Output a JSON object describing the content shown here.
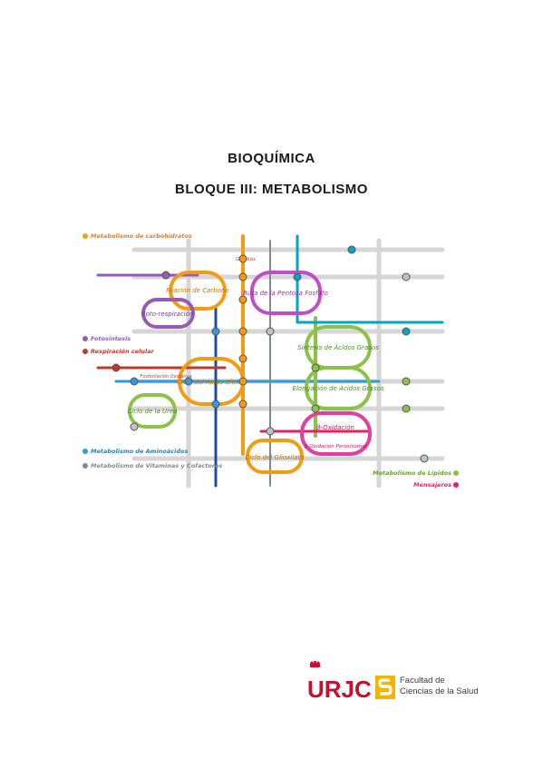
{
  "document": {
    "title": "BIOQUÍMICA",
    "subtitle": "BLOQUE III: METABOLISMO"
  },
  "metabolic_map": {
    "legend": {
      "carbohydrates": "Metabolismo de carbohidratos",
      "photosynthesis": "Fotosíntesis",
      "respiration": "Respiración celular",
      "amino_acids": "Metabolismo de Aminoácidos",
      "vitamins": "Metabolismo de Vitaminas y Cofactores",
      "lipids": "Metabolismo de Lípidos",
      "messengers": "Mensajeros"
    },
    "pathways": {
      "carbon_fixation": "Fijación de Carbono",
      "photorespiration": "Foto-respiración",
      "pentose": "Ruta de la Pentosa Fosfato",
      "fatty_acid_synthesis": "Síntesis de Ácidos Grasos",
      "fatty_acid_elongation": "Elongación de Ácidos Grasos",
      "krebs": "Ciclo del Ácido Cítrico",
      "urea": "Ciclo de la Urea",
      "beta_oxidation": "β-Oxidación",
      "beta_oxidation_peroxisomal": "β-Oxidación Peroxisomal",
      "glyoxylate": "Ciclo del Glioxilato",
      "oxidative_phosphorylation": "Fosforilación Oxidativa",
      "glycolysis": "Glicólisis"
    },
    "colors": {
      "carbohydrates": "#f39c12",
      "photosynthesis": "#9b59b6",
      "respiration": "#c0392b",
      "amino_acids": "#3498db",
      "vitamins": "#7f8c8d",
      "lipids": "#8bc34a",
      "messengers": "#e91e63"
    }
  },
  "logos": {
    "urjc": "URJC",
    "faculty_line1": "Facultad de",
    "faculty_line2": "Ciencias de la Salud",
    "urjc_color": "#c8102e",
    "faculty_color": "#f5b400"
  }
}
